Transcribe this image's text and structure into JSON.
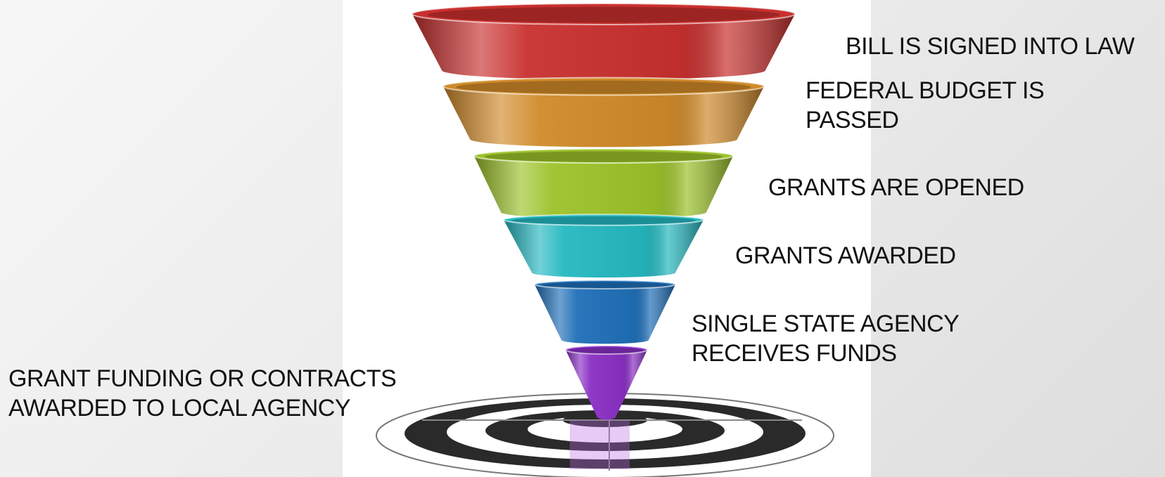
{
  "stages": [
    {
      "lines": [
        "BILL IS SIGNED INTO LAW"
      ],
      "color": "#c8302e"
    },
    {
      "lines": [
        "FEDERAL BUDGET IS",
        "PASSED"
      ],
      "color": "#d08a2a"
    },
    {
      "lines": [
        "GRANTS ARE OPENED"
      ],
      "color": "#9cc22a"
    },
    {
      "lines": [
        "GRANTS AWARDED"
      ],
      "color": "#25b8c0"
    },
    {
      "lines": [
        "SINGLE STATE AGENCY",
        "RECEIVES FUNDS"
      ],
      "color": "#1f6fb8"
    },
    {
      "lines": [
        "GRANT FUNDING OR CONTRACTS",
        "AWARDED TO LOCAL AGENCY"
      ],
      "color": "#8a2fc4"
    }
  ],
  "target_color": "#2a2a2a"
}
